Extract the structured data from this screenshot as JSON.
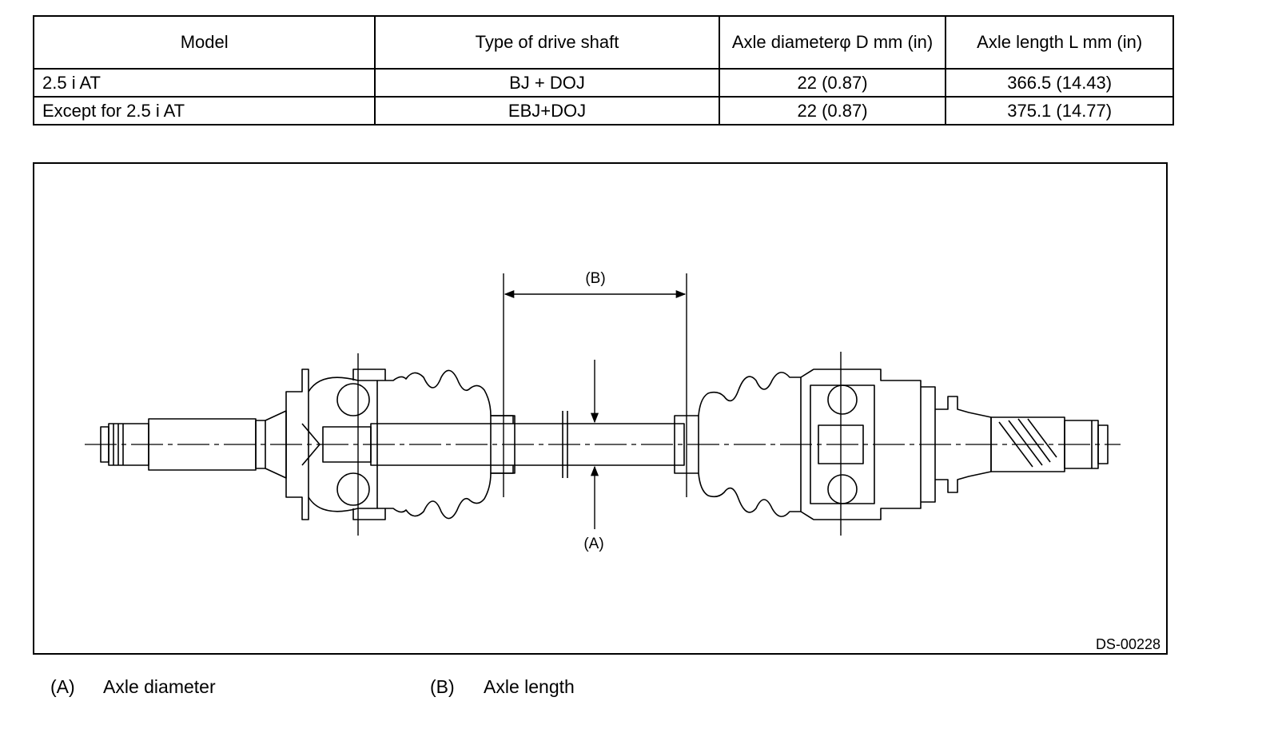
{
  "table": {
    "headers": [
      "Model",
      "Type of drive shaft",
      "Axle diameterφ D mm (in)",
      "Axle length L mm (in)"
    ],
    "rows": [
      [
        "2.5 i AT",
        "BJ + DOJ",
        "22 (0.87)",
        "366.5 (14.43)"
      ],
      [
        "Except for 2.5 i AT",
        "EBJ+DOJ",
        "22 (0.87)",
        "375.1 (14.77)"
      ]
    ]
  },
  "figure": {
    "label_b": "(B)",
    "label_a": "(A)",
    "code": "DS-00228"
  },
  "legend": {
    "a_key": "(A)",
    "a_text": "Axle diameter",
    "b_key": "(B)",
    "b_text": "Axle length"
  }
}
